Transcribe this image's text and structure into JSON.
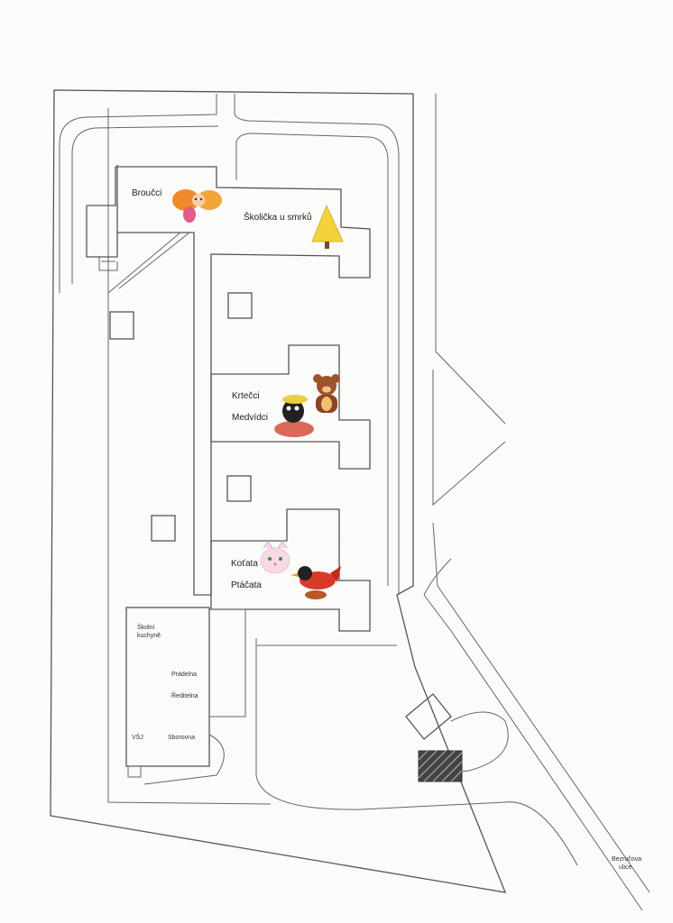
{
  "labels": {
    "broucci": "Broučci",
    "skolicka": "Školička u smrků",
    "krtecci": "Krtečci",
    "medvidci": "Medvídci",
    "kotata": "Koťata",
    "ptacata": "Ptáčata",
    "skolni": "Školní",
    "kuchyne": "kuchyně",
    "pradelna": "Prádelna",
    "reditelna": "Ředitelna",
    "vsj": "VŠJ",
    "sborovna": "Sborovna",
    "bezrucova": "Bezručova",
    "ulice": "ulice"
  },
  "colors": {
    "line": "#555555",
    "butterfly": "#f08a2c",
    "tree": "#f2d43a",
    "bear": "#a0522d",
    "mole": "#222222",
    "cat": "#f7d9e6",
    "bird": "#d93a2a"
  },
  "icons": [
    "butterfly-icon",
    "tree-icon",
    "bear-icon",
    "mole-icon",
    "cat-icon",
    "bird-icon"
  ]
}
